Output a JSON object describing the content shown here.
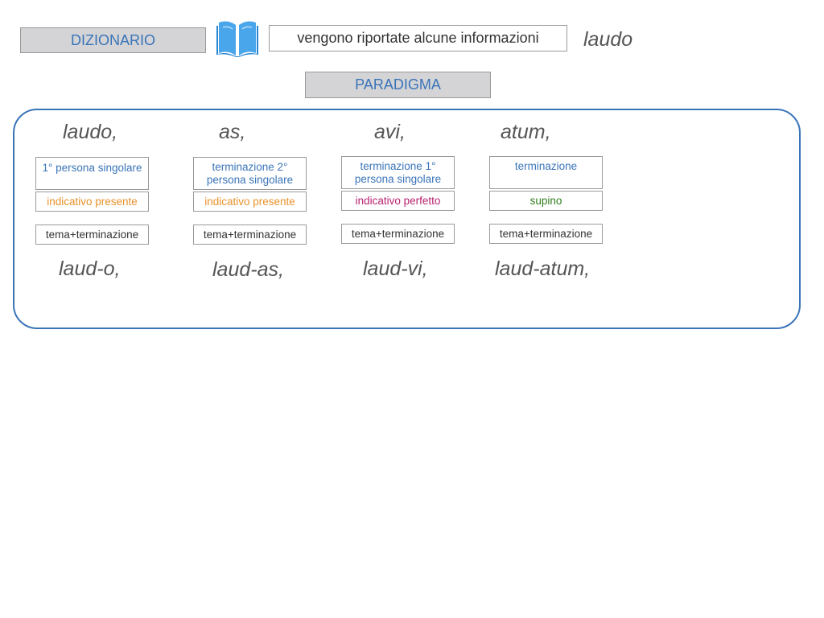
{
  "header": {
    "dizionario_label": "DIZIONARIO",
    "info_text": "vengono riportate alcune informazioni",
    "lemma": "laudo",
    "paradigma_label": "PARADIGMA",
    "book_icon": "open-book-icon"
  },
  "columns": [
    {
      "word": "laudo,",
      "description": "1° persona singolare",
      "tense": "indicativo presente",
      "tense_color": "orange",
      "structure": "tema+terminazione",
      "split": "laud-o,"
    },
    {
      "word": "as,",
      "description": "terminazione 2° persona singolare",
      "tense": "indicativo presente",
      "tense_color": "orange",
      "structure": "tema+terminazione",
      "split": "laud-as,"
    },
    {
      "word": "avi,",
      "description": "terminazione 1° persona singolare",
      "tense": "indicativo perfetto",
      "tense_color": "magenta",
      "structure": "tema+terminazione",
      "split": "laud-vi,"
    },
    {
      "word": "atum,",
      "description": "terminazione",
      "tense": "supino",
      "tense_color": "green",
      "structure": "tema+terminazione",
      "split": "laud-atum,"
    }
  ],
  "colors": {
    "accent_blue": "#3a74b8",
    "orange": "#e8922a",
    "magenta": "#b8226e",
    "green": "#2f7d1e"
  }
}
